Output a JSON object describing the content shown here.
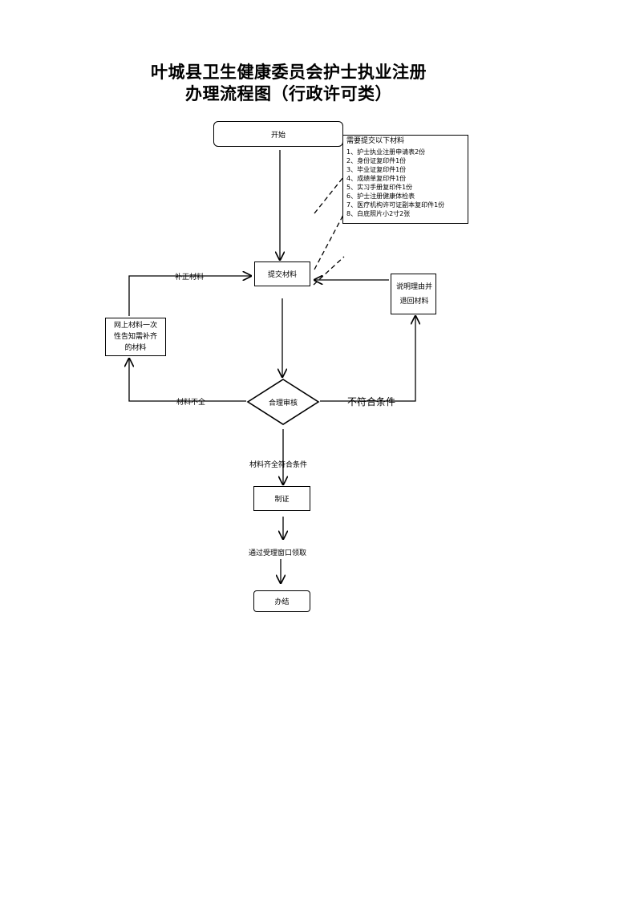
{
  "title": {
    "line1": "叶城县卫生健康委员会护士执业注册",
    "line2": "办理流程图（行政许可类）"
  },
  "nodes": {
    "start": "开始",
    "submit": "提交材料",
    "review": "合理审核",
    "supplement": "网上材料一次性告知需补齐的材料",
    "explain": "说明理由并退回材料",
    "certificate": "制证",
    "done": "办结"
  },
  "labels": {
    "supplement_materials": "补正材料",
    "incomplete": "材料不全",
    "not_compliant": "不符合条件",
    "complete": "材料齐全符合条件",
    "collect": "通过受理窗口领取"
  },
  "materials_box": {
    "heading": "需要提交以下材料",
    "items": [
      "1、护士执业注册申请表2份",
      "2、身份证复印件1份",
      "3、毕业证复印件1份",
      "4、成绩单复印件1份",
      "5、实习手册复印件1份",
      "6、护士注册健康体检表",
      "7、医疗机构许可证副本复印件1份",
      "8、白底照片小2寸2张"
    ]
  }
}
